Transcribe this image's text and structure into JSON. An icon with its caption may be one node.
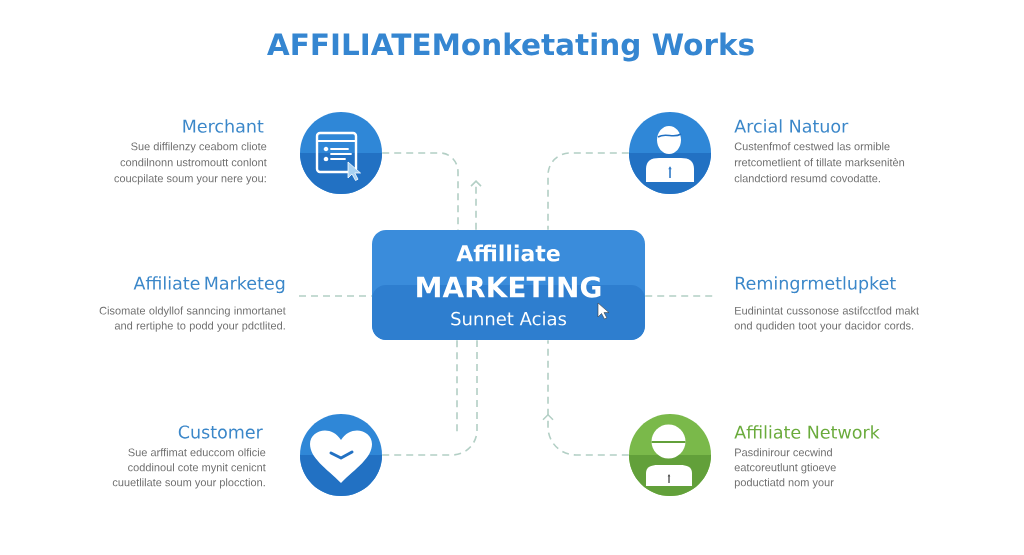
{
  "diagram": {
    "title": "AFFILIATEMonketating Works",
    "nodes": [
      {
        "text": [],
        "shape": "circle",
        "beside": [
          "Merchant",
          "Sue diffilenzy ceabom cliote condilnonn ustromoutt conlont coucpilate soum your nere you:"
        ]
      },
      {
        "text": [],
        "shape": "circle",
        "beside": [
          "Arcial Natuor",
          "Custenfmof cestwed las ormible rretcometlient of tillate marksenitèn clandctiord resumd covodatte."
        ]
      },
      {
        "text": [
          "Affiliate Marketeg",
          "Cisomate oldyllof sanncing inmortanet and rertiphe to podd your pdctlited."
        ]
      },
      {
        "text": [
          "Affilliate",
          "MARKETING",
          "Sunnet Acias"
        ]
      },
      {
        "text": [
          "Remingrmetlupket",
          "Eudinintat cussonose astifcctfod makt ond qudiden toot your dacidor cords."
        ]
      },
      {
        "text": [],
        "shape": "circle",
        "beside": [
          "Customer",
          "Sue arffimat educcom olficie coddinoul cote mynit cenicnt cuuetlilate soum your plocction."
        ]
      },
      {
        "text": [],
        "shape": "circle",
        "beside": [
          "Affiliate Network",
          "Pasdinirour cecwind eatcoreutlunt gtioeve poductiatd nom your"
        ]
      }
    ],
    "edges": [
      {
        "from": 0,
        "to": 3,
        "arrow": "none",
        "style": "dashed"
      },
      {
        "from": 3,
        "to": null,
        "arrow": "to",
        "style": "dashed"
      },
      {
        "from": 1,
        "to": 3,
        "arrow": "none",
        "style": "dashed"
      },
      {
        "from": 2,
        "to": 3,
        "arrow": "none",
        "style": "dashed"
      },
      {
        "from": 3,
        "to": 4,
        "arrow": "none",
        "style": "dashed"
      },
      {
        "from": 5,
        "to": 3,
        "arrow": "none",
        "style": "dashed"
      },
      {
        "from": 3,
        "to": null,
        "arrow": "none",
        "style": "dashed"
      },
      {
        "from": 6,
        "to": 3,
        "arrow": "to",
        "style": "dashed"
      }
    ]
  }
}
